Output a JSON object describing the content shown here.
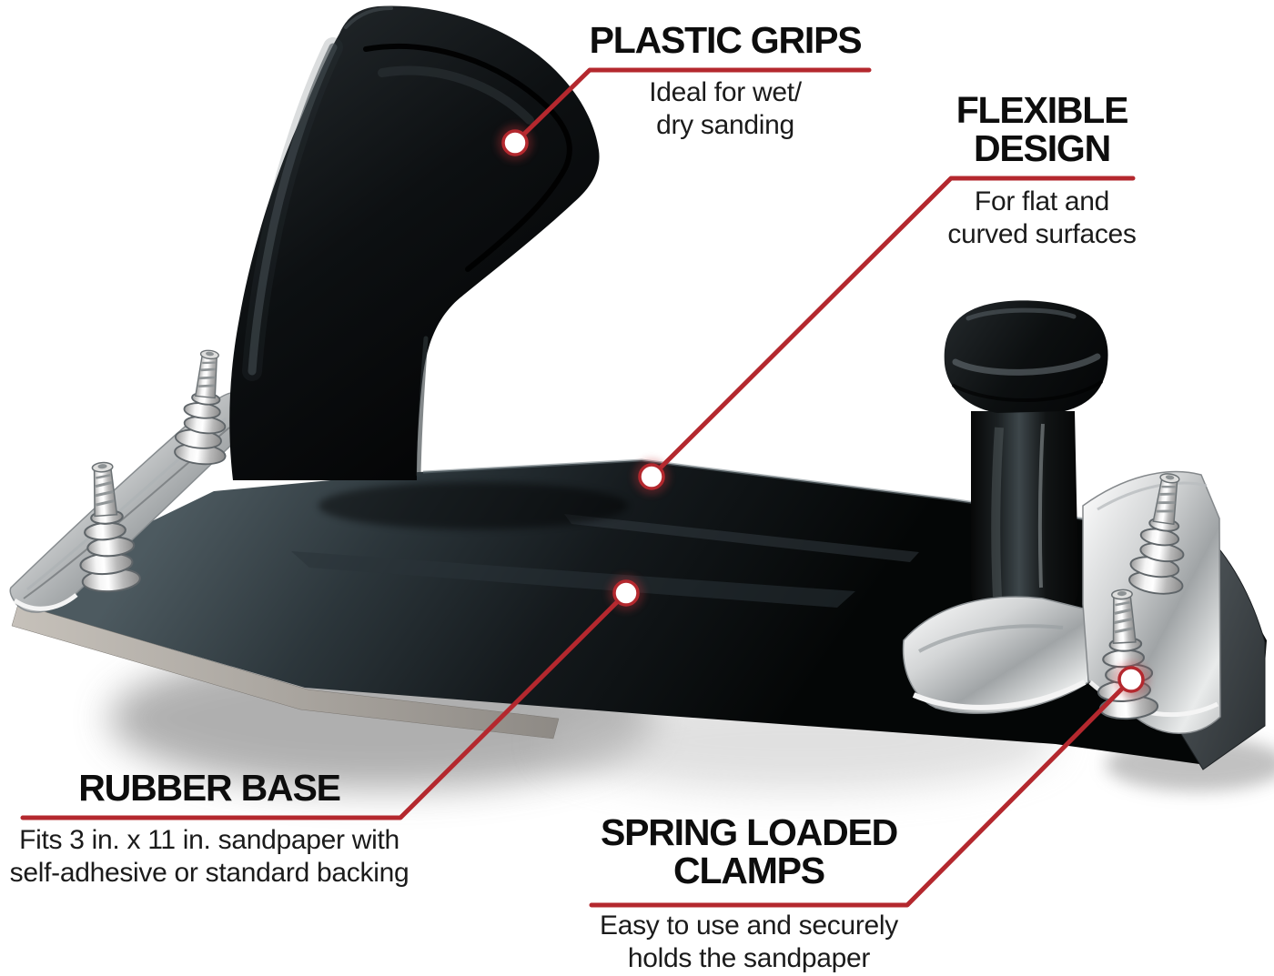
{
  "callouts": {
    "plastic_grips": {
      "title_lines": [
        "PLASTIC GRIPS"
      ],
      "sub_lines": [
        "Ideal for wet/",
        "dry sanding"
      ]
    },
    "flexible_design": {
      "title_lines": [
        "FLEXIBLE",
        "DESIGN"
      ],
      "sub_lines": [
        "For flat and",
        "curved surfaces"
      ]
    },
    "rubber_base": {
      "title_lines": [
        "RUBBER BASE"
      ],
      "sub_lines": [
        "Fits 3 in. x 11 in. sandpaper with",
        "self-adhesive or standard backing"
      ]
    },
    "spring_loaded_clamps": {
      "title_lines": [
        "SPRING LOADED",
        "CLAMPS"
      ],
      "sub_lines": [
        "Easy to use and securely",
        "holds the sandpaper"
      ]
    }
  },
  "colors": {
    "accent_red": "#b4282e",
    "text_black": "#0d0d0d",
    "background": "#ffffff",
    "product_rubber": "#0a0d0e",
    "metal_silver": "#d6d8d9"
  }
}
